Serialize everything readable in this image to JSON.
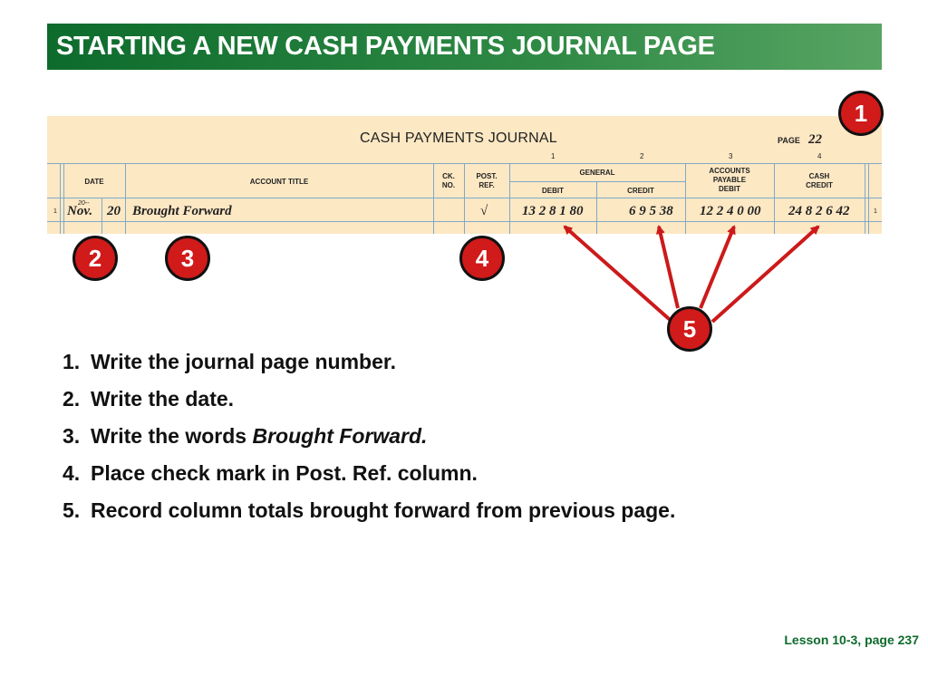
{
  "slide": {
    "title": "STARTING A NEW CASH PAYMENTS JOURNAL PAGE",
    "footer": "Lesson 10-3, page 237"
  },
  "journal": {
    "title": "CASH PAYMENTS JOURNAL",
    "page_label": "PAGE",
    "page_number": "22",
    "column_numbers": [
      "1",
      "2",
      "3",
      "4"
    ],
    "headers": {
      "date": "DATE",
      "account_title": "ACCOUNT TITLE",
      "ck_no": "CK.\nNO.",
      "post_ref": "POST.\nREF.",
      "general": "GENERAL",
      "general_debit": "DEBIT",
      "general_credit": "CREDIT",
      "accounts_payable_debit": "ACCOUNTS\nPAYABLE\nDEBIT",
      "cash_credit": "CASH\nCREDIT"
    },
    "row": {
      "line_number": "1",
      "year": "20--",
      "month": "Nov.",
      "day": "20",
      "account_title": "Brought Forward",
      "post_ref": "√",
      "general_debit": "13 2 8 1 80",
      "general_credit": "6 9 5 38",
      "accounts_payable_debit": "12 2 4 0 00",
      "cash_credit": "24 8 2 6 42"
    }
  },
  "badges": [
    "1",
    "2",
    "3",
    "4",
    "5"
  ],
  "steps": [
    {
      "num": "1.",
      "text": "Write the journal page number.",
      "italic": ""
    },
    {
      "num": "2.",
      "text": "Write the date.",
      "italic": ""
    },
    {
      "num": "3.",
      "text": "Write the words ",
      "italic": "Brought Forward."
    },
    {
      "num": "4.",
      "text": "Place check mark in Post. Ref. column.",
      "italic": ""
    },
    {
      "num": "5.",
      "text": "Record column totals brought forward from previous page.",
      "italic": ""
    }
  ],
  "colors": {
    "title_green": "#0d6b2c",
    "badge_red": "#d11a1a",
    "arrow_red": "#cc1a1a",
    "journal_bg": "#fde8c4",
    "rule_blue": "#7fa9c9"
  }
}
